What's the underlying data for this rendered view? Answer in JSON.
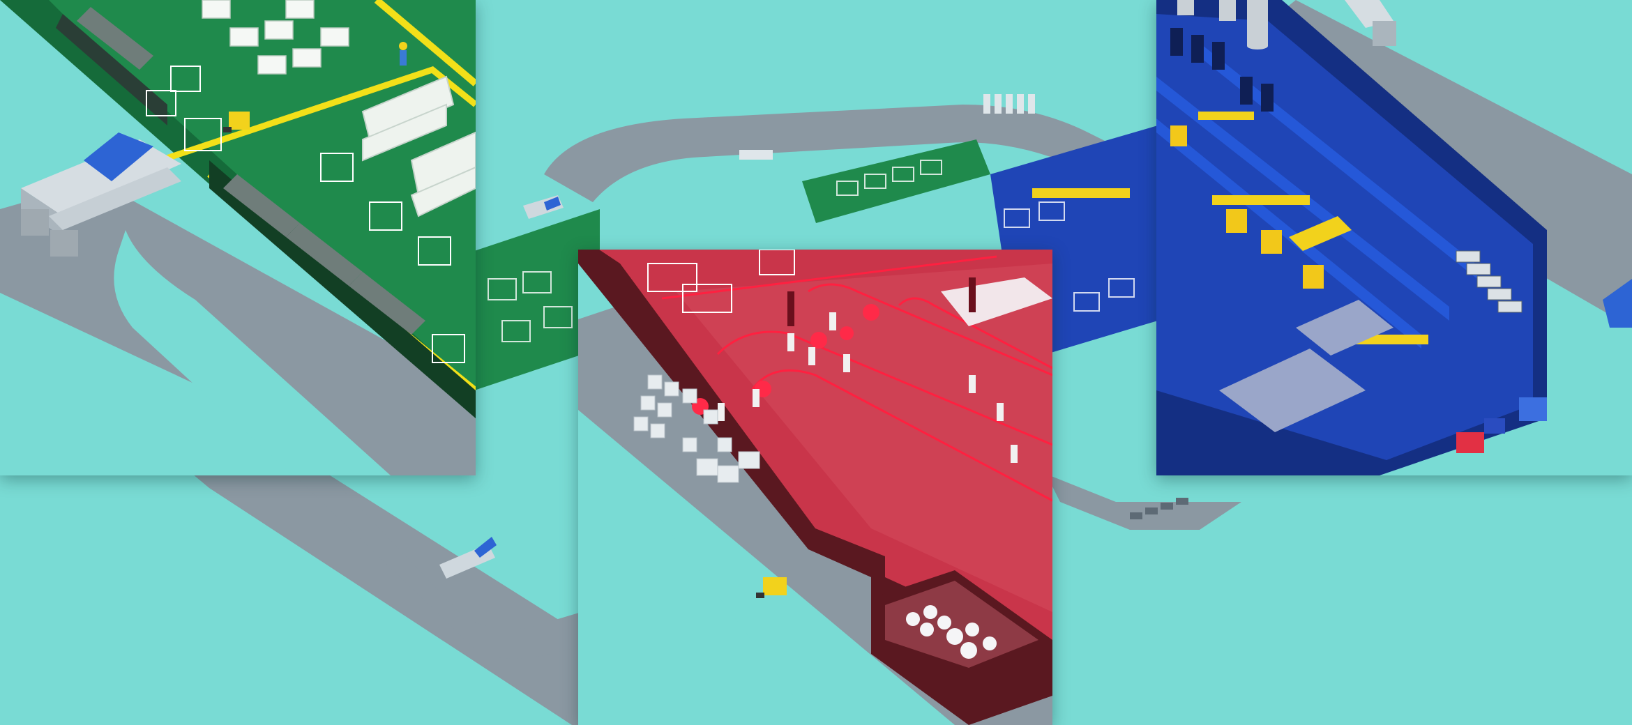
{
  "scene": {
    "kind": "isometric factory illustration",
    "background_color": "#79dbd4",
    "road_color": "#8b98a2",
    "panels": [
      {
        "id": "green",
        "theme": "warehouse / storage zone",
        "color": "#1f8a4c",
        "accent": "#f2e019"
      },
      {
        "id": "red",
        "theme": "robotic production zone",
        "color": "#d92b45",
        "accent": "#ff3b57"
      },
      {
        "id": "blue",
        "theme": "machining / assembly zone",
        "color": "#1f45b6",
        "accent": "#f2d21c"
      }
    ]
  }
}
